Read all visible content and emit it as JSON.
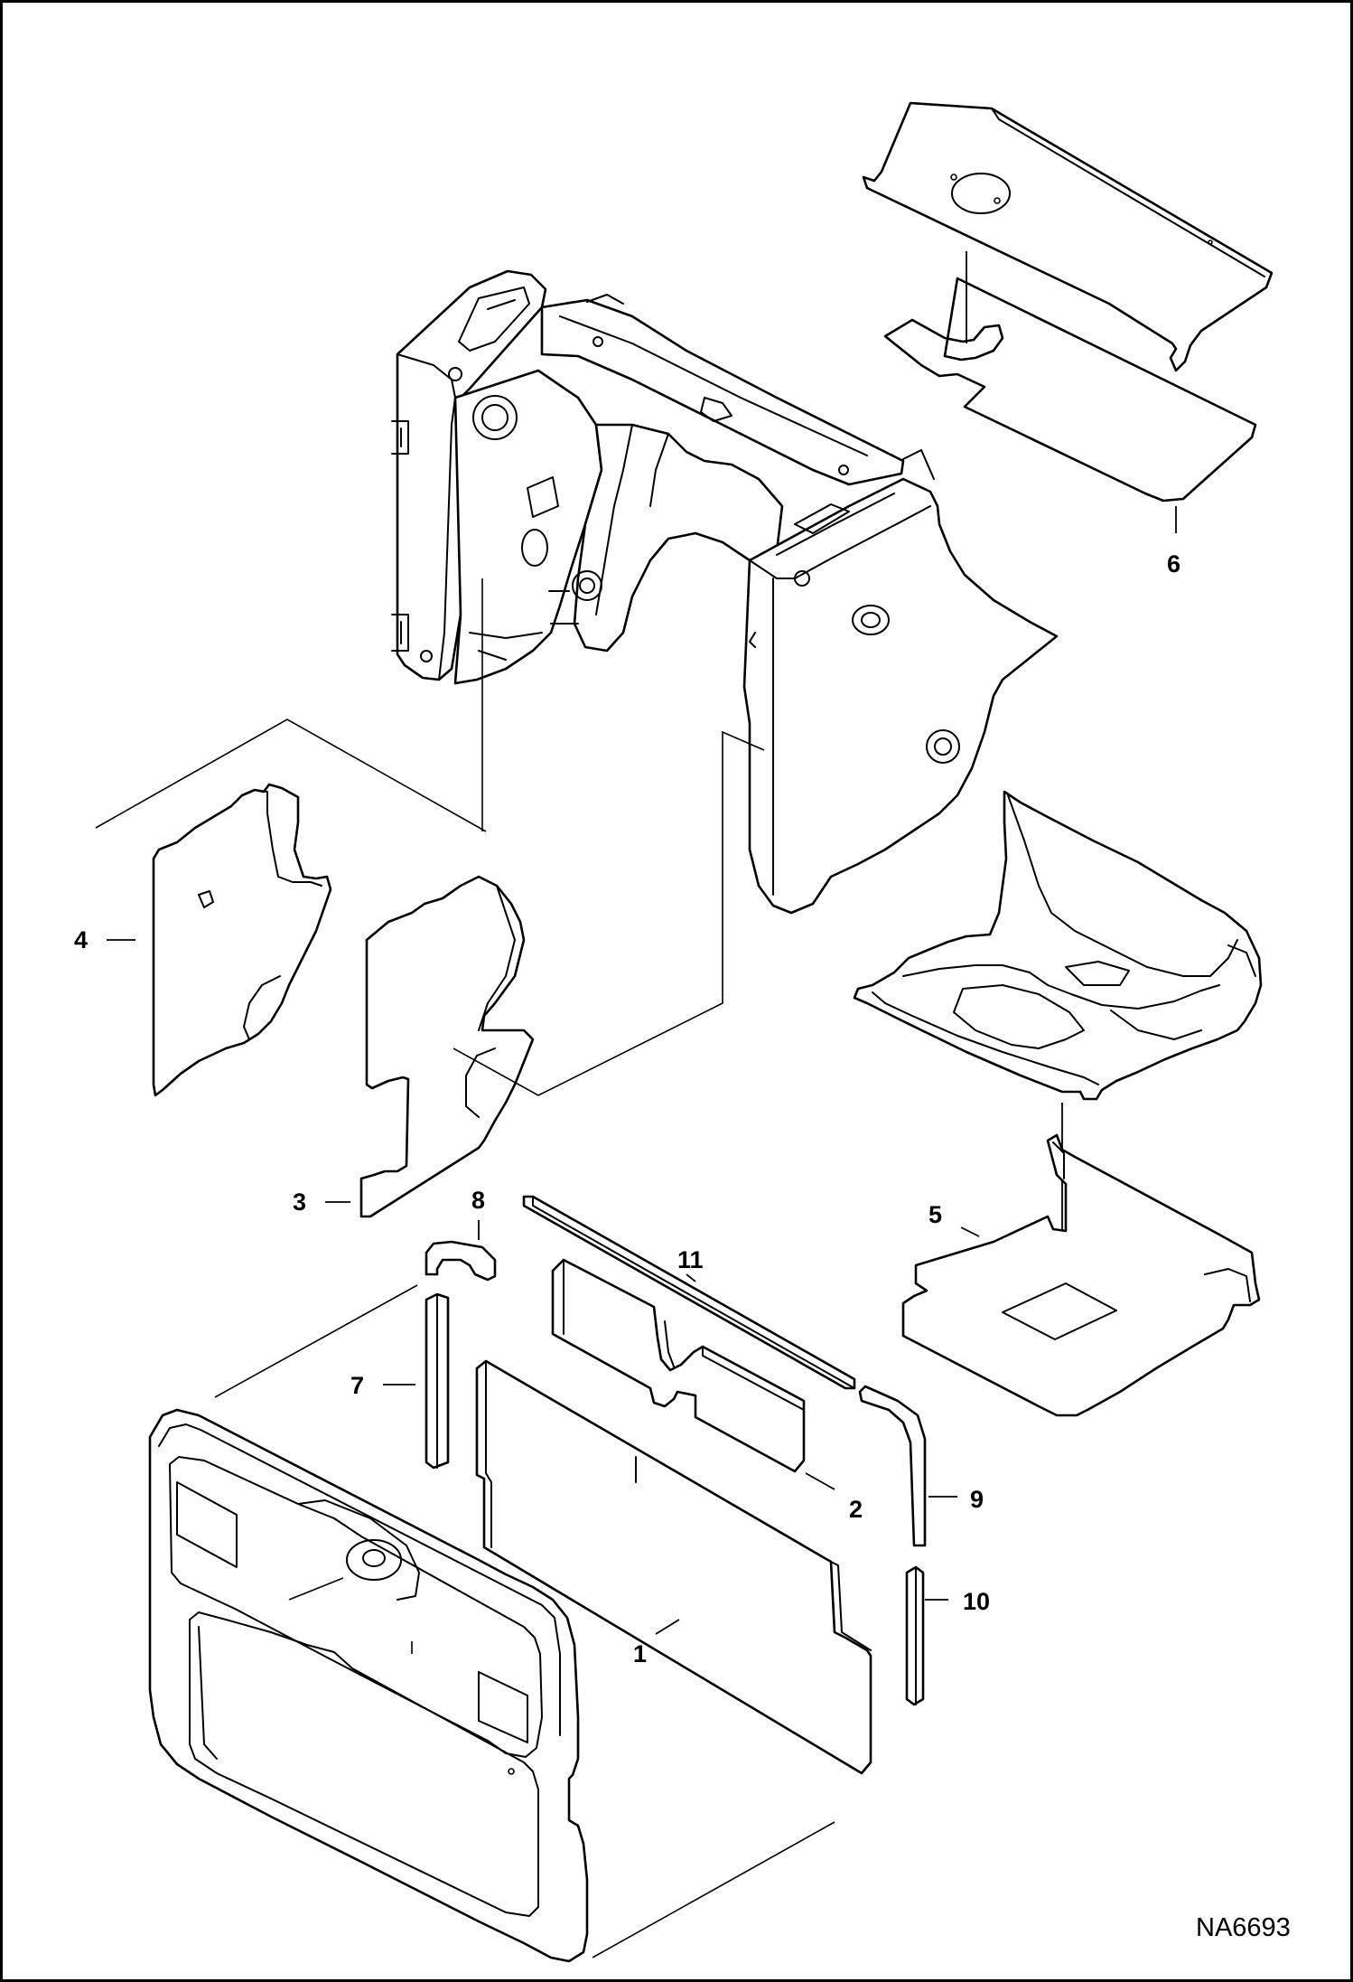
{
  "diagram": {
    "drawing_number": "NA6693",
    "callouts": [
      {
        "id": "1",
        "label": "1"
      },
      {
        "id": "2",
        "label": "2"
      },
      {
        "id": "3",
        "label": "3"
      },
      {
        "id": "4",
        "label": "4"
      },
      {
        "id": "5",
        "label": "5"
      },
      {
        "id": "6",
        "label": "6"
      },
      {
        "id": "7",
        "label": "7"
      },
      {
        "id": "8",
        "label": "8"
      },
      {
        "id": "9",
        "label": "9"
      },
      {
        "id": "10",
        "label": "10"
      },
      {
        "id": "11",
        "label": "11"
      }
    ]
  }
}
